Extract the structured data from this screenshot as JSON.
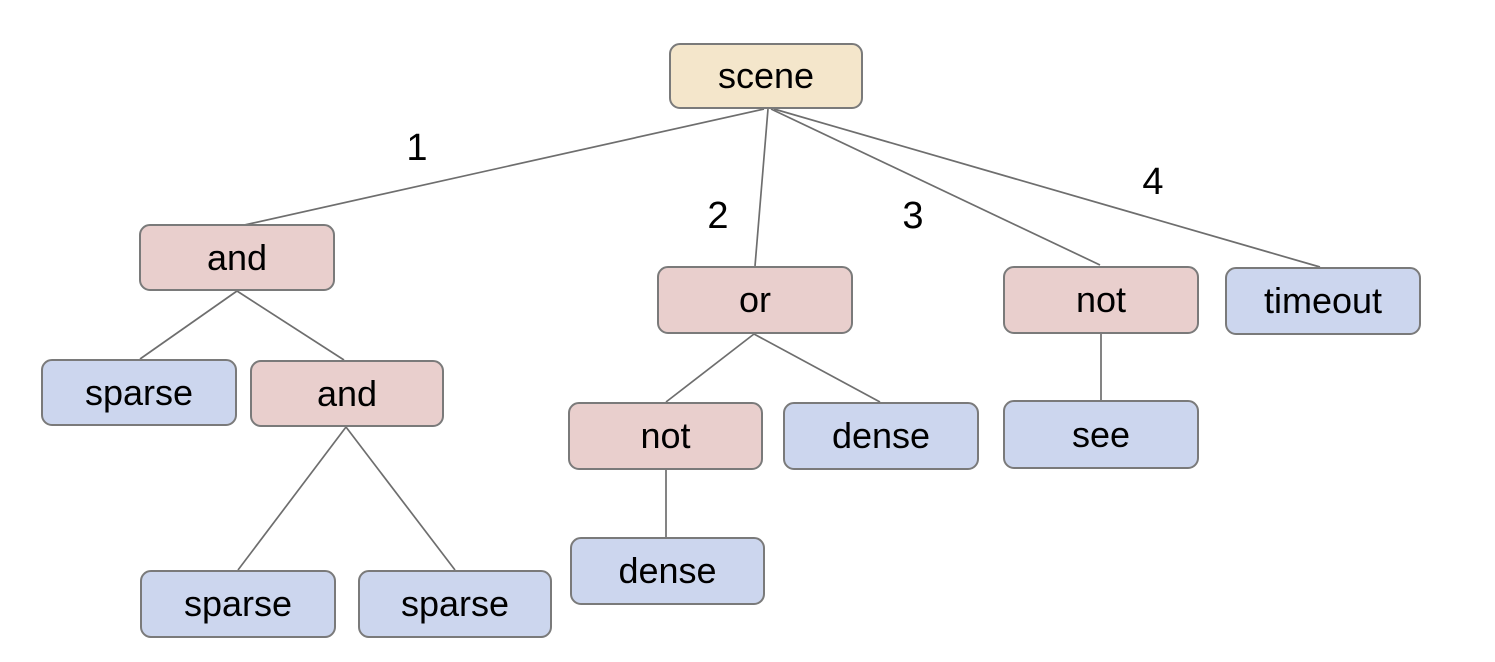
{
  "diagram": {
    "type": "tree",
    "colors": {
      "root_fill": "#f4e6cb",
      "operator_fill": "#e9cfcd",
      "leaf_fill": "#ccd6ee",
      "node_border": "#7a7a7a",
      "edge_line": "#6e6e6e",
      "text": "#000000",
      "background": "#ffffff"
    },
    "nodes": [
      {
        "id": "scene",
        "label": "scene",
        "kind": "root",
        "parent": null
      },
      {
        "id": "and1",
        "label": "and",
        "kind": "operator",
        "parent": "scene",
        "edge_label": "1"
      },
      {
        "id": "or1",
        "label": "or",
        "kind": "operator",
        "parent": "scene",
        "edge_label": "2"
      },
      {
        "id": "not1",
        "label": "not",
        "kind": "operator",
        "parent": "scene",
        "edge_label": "3"
      },
      {
        "id": "timeout1",
        "label": "timeout",
        "kind": "leaf",
        "parent": "scene",
        "edge_label": "4"
      },
      {
        "id": "sparse1",
        "label": "sparse",
        "kind": "leaf",
        "parent": "and1"
      },
      {
        "id": "and2",
        "label": "and",
        "kind": "operator",
        "parent": "and1"
      },
      {
        "id": "sparse2",
        "label": "sparse",
        "kind": "leaf",
        "parent": "and2"
      },
      {
        "id": "sparse3",
        "label": "sparse",
        "kind": "leaf",
        "parent": "and2"
      },
      {
        "id": "not2",
        "label": "not",
        "kind": "operator",
        "parent": "or1"
      },
      {
        "id": "dense1",
        "label": "dense",
        "kind": "leaf",
        "parent": "or1"
      },
      {
        "id": "dense2",
        "label": "dense",
        "kind": "leaf",
        "parent": "not2"
      },
      {
        "id": "see1",
        "label": "see",
        "kind": "leaf",
        "parent": "not1"
      }
    ]
  }
}
